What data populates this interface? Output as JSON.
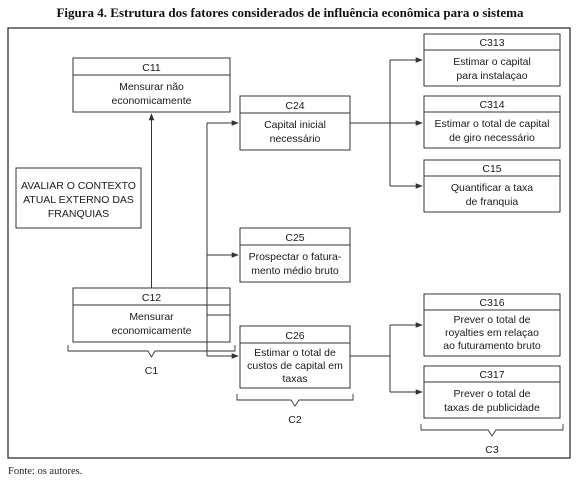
{
  "title": "Figura 4. Estrutura dos fatores considerados de influência econômica para o sistema",
  "source": "Fonte: os autores.",
  "context_box": [
    "AVALIAR O CONTEXTO",
    "ATUAL EXTERNO DAS",
    "FRANQUIAS"
  ],
  "nodes": {
    "C11": {
      "code": "C11",
      "lines": [
        "Mensurar não",
        "economicamente"
      ]
    },
    "C12": {
      "code": "C12",
      "lines": [
        "Mensurar",
        "economicamente"
      ]
    },
    "C24": {
      "code": "C24",
      "lines": [
        "Capital inicial",
        "necessário"
      ]
    },
    "C25": {
      "code": "C25",
      "lines": [
        "Prospectar o fatura-",
        "mento médio bruto"
      ]
    },
    "C26": {
      "code": "C26",
      "lines": [
        "Estimar o total de",
        "custos de capital em",
        "taxas"
      ]
    },
    "C313": {
      "code": "C313",
      "lines": [
        "Estimar o capital",
        "para instalaçao"
      ]
    },
    "C314": {
      "code": "C314",
      "lines": [
        "Estimar o total de capital",
        "de giro necessário"
      ]
    },
    "C15": {
      "code": "C15",
      "lines": [
        "Quantificar a taxa",
        "de franquia"
      ]
    },
    "C316": {
      "code": "C316",
      "lines": [
        "Prever o total de",
        "royalties em relaçao",
        "ao futuramento bruto"
      ]
    },
    "C317": {
      "code": "C317",
      "lines": [
        "Prever o total de",
        "taxas de publicidade"
      ]
    }
  },
  "groups": {
    "g1": "C1",
    "g2": "C2",
    "g3": "C3"
  }
}
